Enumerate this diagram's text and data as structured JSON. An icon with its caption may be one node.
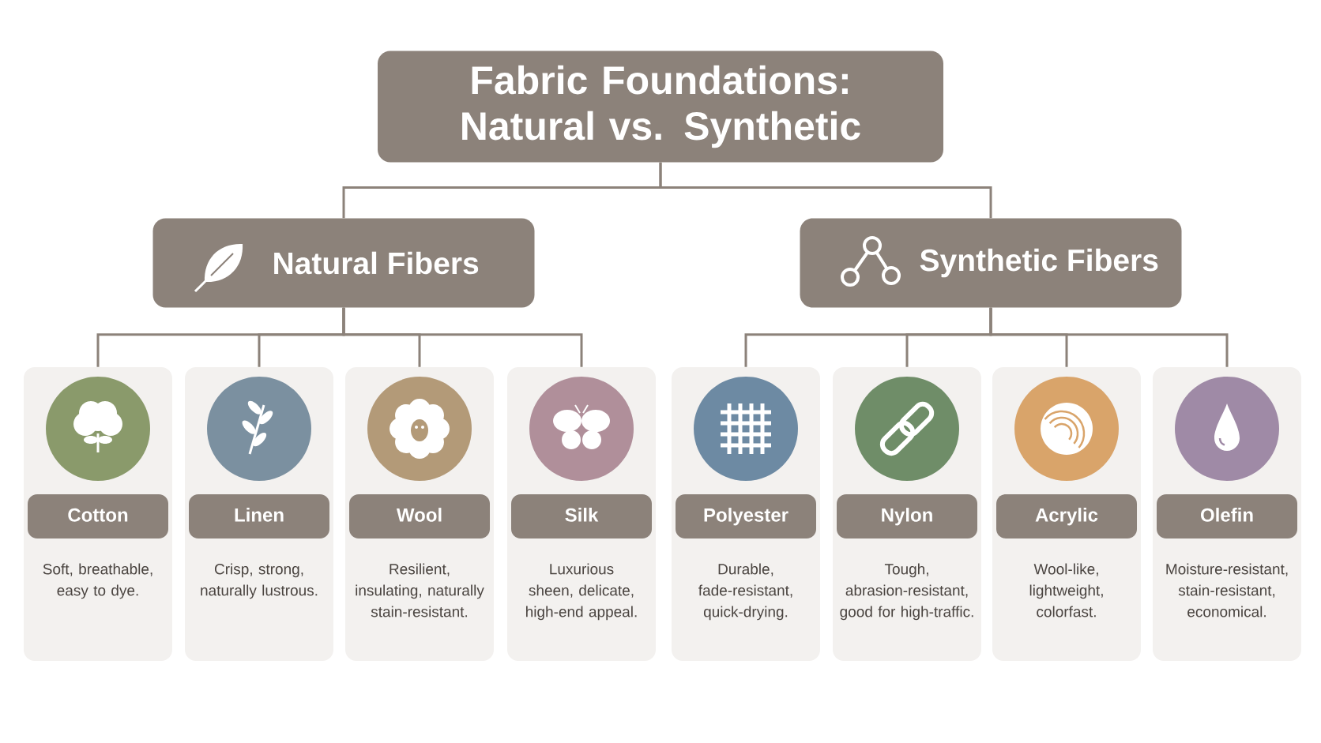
{
  "diagram": {
    "nodes": [
      {
        "text": [
          "Fabric Foundations: Natural vs. Synthetic"
        ]
      },
      {
        "text": [
          "Natural Fibers"
        ]
      },
      {
        "text": [
          "Synthetic Fibers"
        ]
      },
      {
        "text": [
          "Cotton",
          "Soft, breathable, easy to dye."
        ]
      },
      {
        "text": [
          "Linen",
          "Crisp, strong, naturally lustrous."
        ]
      },
      {
        "text": [
          "Wool",
          "Resilient, insulating, naturally stain-resistant."
        ]
      },
      {
        "text": [
          "Silk",
          "Luxurious sheen, delicate, high-end appeal."
        ]
      },
      {
        "text": [
          "Polyester",
          "Durable, fade-resistant, quick-drying."
        ]
      },
      {
        "text": [
          "Nylon",
          "Tough, abrasion-resistant, good for high-traffic."
        ]
      },
      {
        "text": [
          "Acrylic",
          "Wool-like, lightweight, colorfast."
        ]
      },
      {
        "text": [
          "Olefin",
          "Moisture-resistant, stain-resistant, economical."
        ]
      }
    ],
    "edges": [
      {
        "from": 0,
        "to": 1,
        "arrow": "none"
      },
      {
        "from": 0,
        "to": 2,
        "arrow": "none"
      },
      {
        "from": 1,
        "to": 3,
        "arrow": "none"
      },
      {
        "from": 1,
        "to": 4,
        "arrow": "none"
      },
      {
        "from": 1,
        "to": 5,
        "arrow": "none"
      },
      {
        "from": 1,
        "to": 6,
        "arrow": "none"
      },
      {
        "from": 2,
        "to": 7,
        "arrow": "none"
      },
      {
        "from": 2,
        "to": 8,
        "arrow": "none"
      },
      {
        "from": 2,
        "to": 9,
        "arrow": "none"
      },
      {
        "from": 2,
        "to": 10,
        "arrow": "none"
      }
    ]
  }
}
